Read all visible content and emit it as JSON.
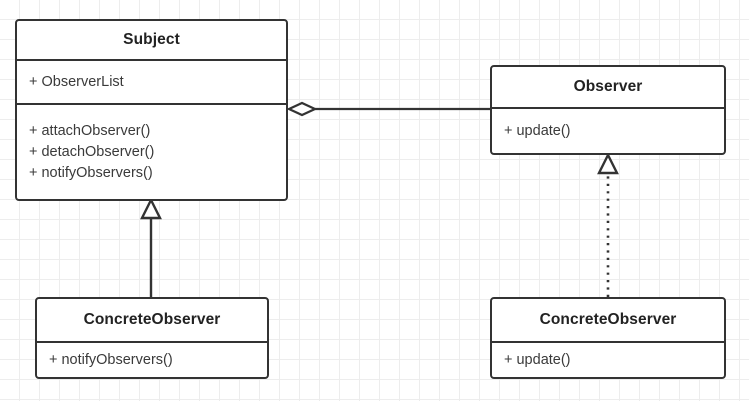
{
  "diagram": {
    "type": "uml-class-diagram",
    "pattern": "Observer",
    "background": "#ffffff",
    "grid_color": "#ededed",
    "line_color": "#333333"
  },
  "classes": {
    "subject": {
      "name": "Subject",
      "attributes": [
        "+ ObserverList"
      ],
      "operations": [
        "+ attachObserver()",
        "+ detachObserver()",
        "+ notifyObservers()"
      ]
    },
    "observer": {
      "name": "Observer",
      "operations": [
        "+ update()"
      ]
    },
    "concrete_subject": {
      "name": "ConcreteObserver",
      "operations": [
        "+ notifyObservers()"
      ]
    },
    "concrete_observer": {
      "name": "ConcreteObserver",
      "operations": [
        "+ update()"
      ]
    }
  },
  "relationships": [
    {
      "kind": "aggregation",
      "from": "subject",
      "to": "observer",
      "line": "solid",
      "marker": "hollow-diamond"
    },
    {
      "kind": "generalization",
      "from": "concrete_subject",
      "to": "subject",
      "line": "solid",
      "marker": "hollow-triangle"
    },
    {
      "kind": "realization",
      "from": "concrete_observer",
      "to": "observer",
      "line": "dotted",
      "marker": "hollow-triangle"
    }
  ]
}
